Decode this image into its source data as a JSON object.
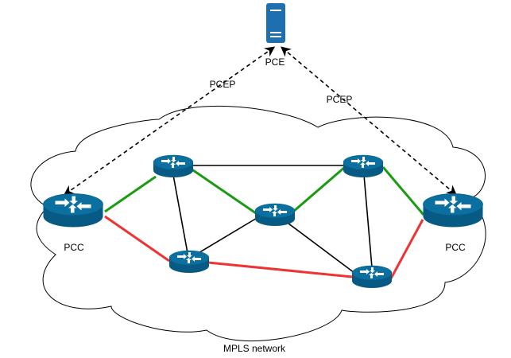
{
  "diagram": {
    "labels": {
      "pce": "PCE",
      "pcep_left": "PCEP",
      "pcep_right": "PCEP",
      "pcc_left": "PCC",
      "pcc_right": "PCC",
      "network": "MPLS network"
    },
    "colors": {
      "router_top": "#0b6fa0",
      "router_side": "#075a84",
      "router_arrows": "#ffffff",
      "server": "#1d6fb0",
      "link_default": "#000000",
      "path_green": "#1a9b12",
      "path_red": "#ee3333",
      "pcep_line": "#000000"
    },
    "icons": {
      "pce": "server-icon",
      "router": "router-icon"
    }
  }
}
